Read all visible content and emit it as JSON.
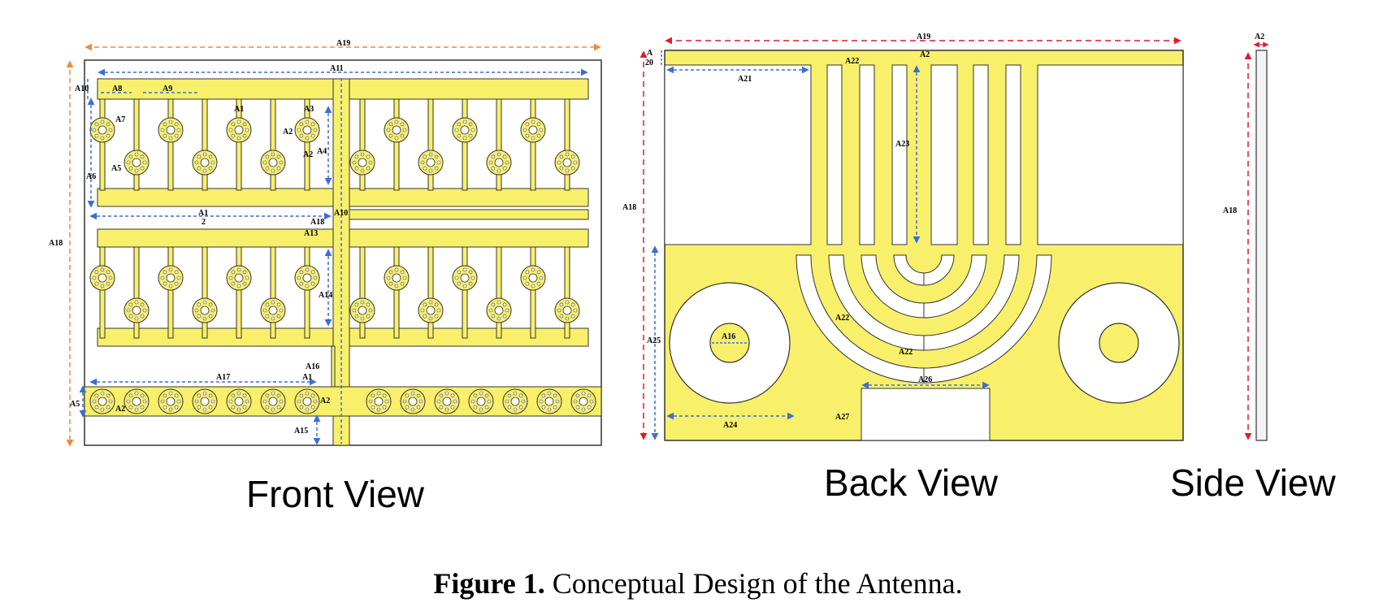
{
  "colors": {
    "copper": "#f8f06a",
    "substrate": "#ffffff",
    "outline": "#333333",
    "dim_blue": "#3b6fd4",
    "dim_orange": "#f08a3c",
    "dim_red": "#e3192a"
  },
  "views": {
    "front": {
      "label": "Front View"
    },
    "back": {
      "label": "Back View"
    },
    "side": {
      "label": "Side View"
    }
  },
  "caption": {
    "number": "Figure 1.",
    "text": " Conceptual Design of the Antenna."
  },
  "dims": {
    "front": [
      "A19",
      "A11",
      "A10",
      "A8",
      "A9",
      "A1",
      "A3",
      "A7",
      "A2",
      "A4",
      "A2",
      "A5",
      "A6",
      "A1",
      "2",
      "A10",
      "A18",
      "A13",
      "A14",
      "A18",
      "A16",
      "A17",
      "A1",
      "A5",
      "A2",
      "A2",
      "A15"
    ],
    "back": [
      "A19",
      "A",
      "20",
      "A22",
      "A2",
      "A21",
      "A23",
      "A18",
      "A25",
      "A16",
      "A22",
      "A22",
      "A26",
      "A24",
      "A27"
    ],
    "side": [
      "A2",
      "A18"
    ]
  }
}
